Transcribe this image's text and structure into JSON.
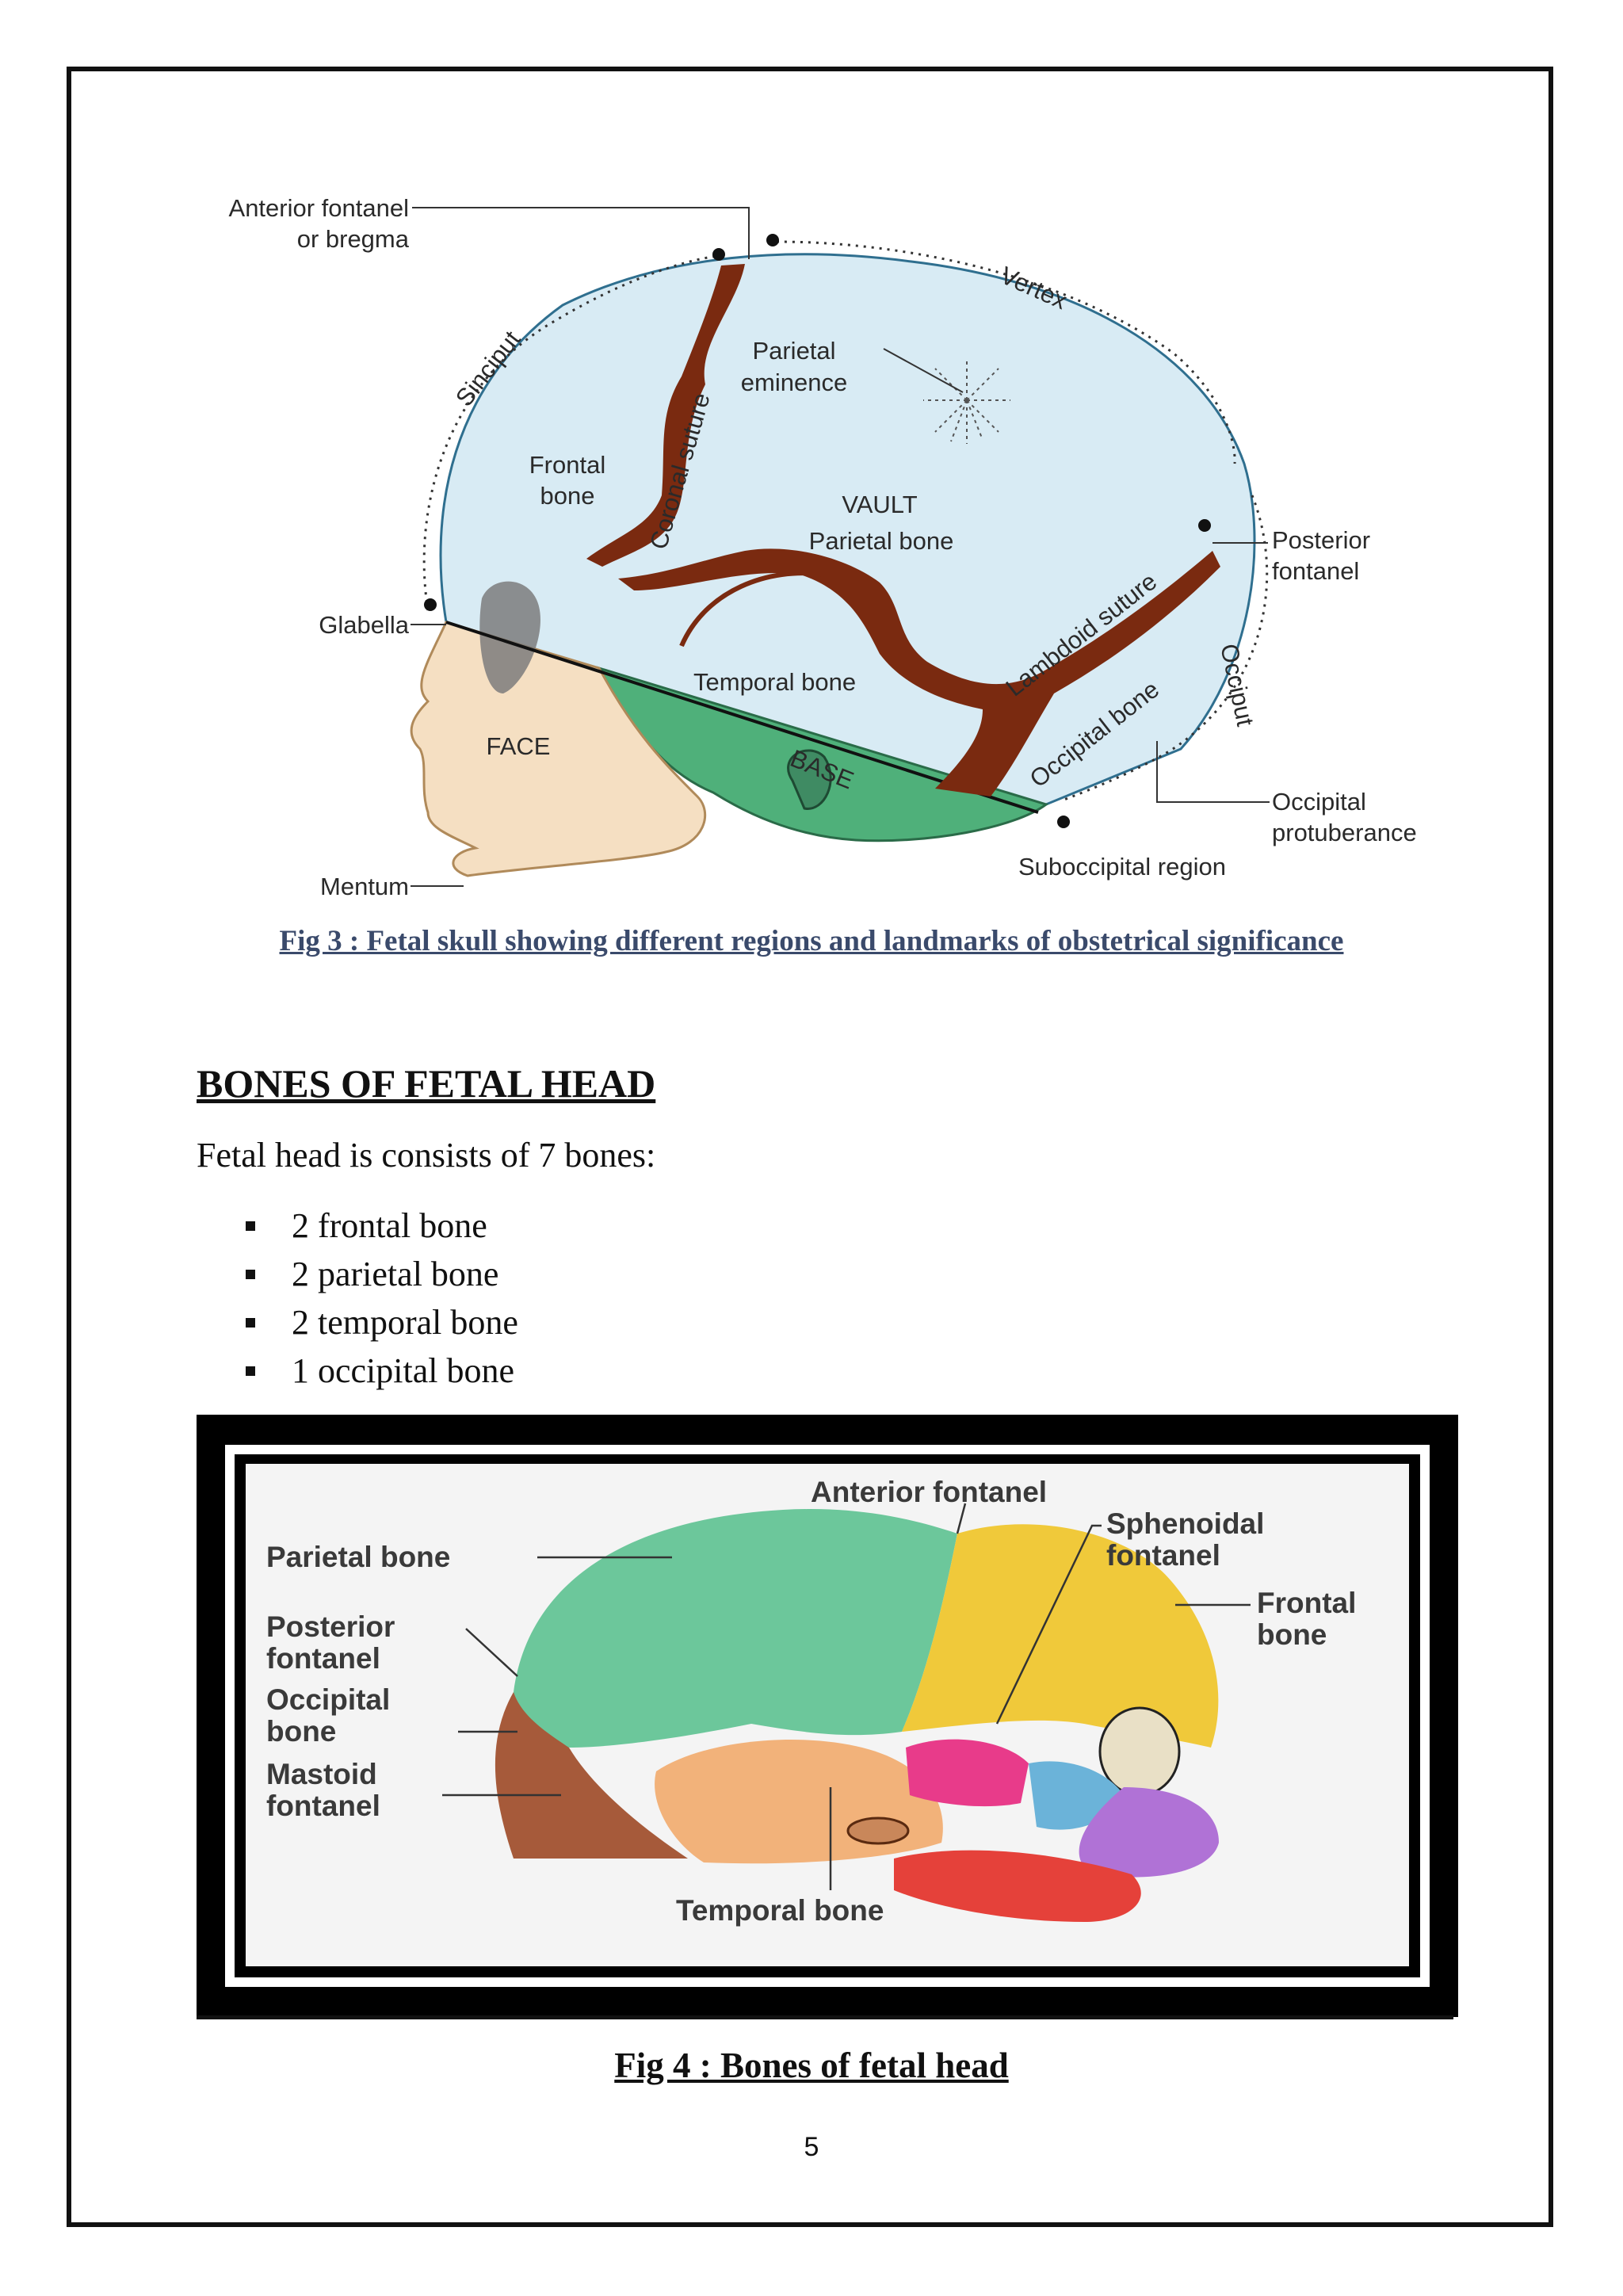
{
  "fig3": {
    "labels": {
      "anterior_fontanel_1": "Anterior fontanel",
      "anterior_fontanel_2": "or bregma",
      "vertex": "Vertex",
      "sinciput": "Sinciput",
      "parietal_eminence_1": "Parietal",
      "parietal_eminence_2": "eminence",
      "frontal_bone_1": "Frontal",
      "frontal_bone_2": "bone",
      "coronal_suture": "Coronal suture",
      "vault": "VAULT",
      "parietal_bone": "Parietal bone",
      "posterior_fontanel_1": "Posterior",
      "posterior_fontanel_2": "fontanel",
      "glabella": "Glabella",
      "lambdoid_suture": "Lambdoid suture",
      "occiput": "Occiput",
      "temporal_bone": "Temporal bone",
      "occipital_bone": "Occipital bone",
      "face": "FACE",
      "base": "BASE",
      "occipital_protuberance_1": "Occipital",
      "occipital_protuberance_2": "protuberance",
      "suboccipital_region": "Suboccipital region",
      "mentum": "Mentum"
    },
    "caption": "Fig 3 : Fetal skull showing different regions and landmarks of obstetrical significance"
  },
  "section": {
    "title": "BONES OF FETAL HEAD",
    "intro": "Fetal head is consists of 7 bones:",
    "items": [
      "2 frontal bone",
      "2 parietal bone",
      "2 temporal bone",
      "1 occipital bone"
    ]
  },
  "fig4": {
    "labels": {
      "anterior_fontanel": "Anterior fontanel",
      "sphenoidal_fontanel_1": "Sphenoidal",
      "sphenoidal_fontanel_2": "fontanel",
      "parietal_bone": "Parietal bone",
      "frontal_bone_1": "Frontal",
      "frontal_bone_2": "bone",
      "posterior_fontanel_1": "Posterior",
      "posterior_fontanel_2": "fontanel",
      "occipital_bone_1": "Occipital",
      "occipital_bone_2": "bone",
      "mastoid_fontanel_1": "Mastoid",
      "mastoid_fontanel_2": "fontanel",
      "temporal_bone": "Temporal bone"
    },
    "caption": "Fig 4 : Bones of fetal head"
  },
  "page_number": "5",
  "colors": {
    "skull_vault": "#d8ebf4",
    "suture": "#7a2a10",
    "base": "#4fb07a",
    "face": "#f5dfc2",
    "parietal": "#6cc79b",
    "frontal": "#f0c93a",
    "occipital": "#a65a3a",
    "temporal": "#f2b27a"
  }
}
